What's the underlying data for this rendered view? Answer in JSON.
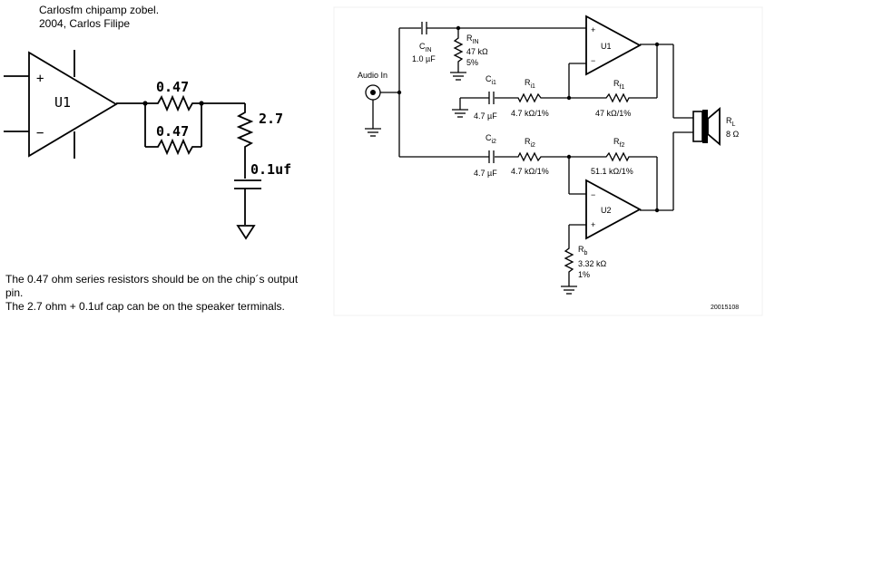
{
  "header": {
    "line1": "Carlosfm chipamp zobel.",
    "line2": "2004, Carlos Filipe"
  },
  "notes": {
    "line1": "The 0.47 ohm series resistors should be on the chip´s output",
    "line1b": "pin.",
    "line2": "The 2.7 ohm + 0.1uf cap can be on the speaker terminals."
  },
  "zobel": {
    "amp_label": "U1",
    "plus": "+",
    "minus": "−",
    "r_series_1": "0.47",
    "r_series_2": "0.47",
    "r_shunt": "2.7",
    "cap": "0.1uf"
  },
  "reference": {
    "audio_in": "Audio In",
    "cin_name": "C",
    "cin_sub": "IN",
    "cin_value": "1.0 µF",
    "rin_name": "R",
    "rin_sub": "IN",
    "rin_value": "47 kΩ",
    "rin_tol": "5%",
    "ci1_name": "C",
    "ci1_sub": "i1",
    "ci1_value": "4.7 µF",
    "ri1_name": "R",
    "ri1_sub": "i1",
    "ri1_value": "4.7 kΩ/1%",
    "rf1_name": "R",
    "rf1_sub": "f1",
    "rf1_value": "47 kΩ/1%",
    "ci2_name": "C",
    "ci2_sub": "i2",
    "ci2_value": "4.7 µF",
    "ri2_name": "R",
    "ri2_sub": "i2",
    "ri2_value": "4.7 kΩ/1%",
    "rf2_name": "R",
    "rf2_sub": "f2",
    "rf2_value": "51.1 kΩ/1%",
    "rb_name": "R",
    "rb_sub": "b",
    "rb_value": "3.32 kΩ",
    "rb_tol": "1%",
    "u1_label": "U1",
    "u2_label": "U2",
    "rl_name": "R",
    "rl_sub": "L",
    "rl_value": "8 Ω",
    "code": "20015108",
    "plus": "+",
    "minus": "−"
  }
}
